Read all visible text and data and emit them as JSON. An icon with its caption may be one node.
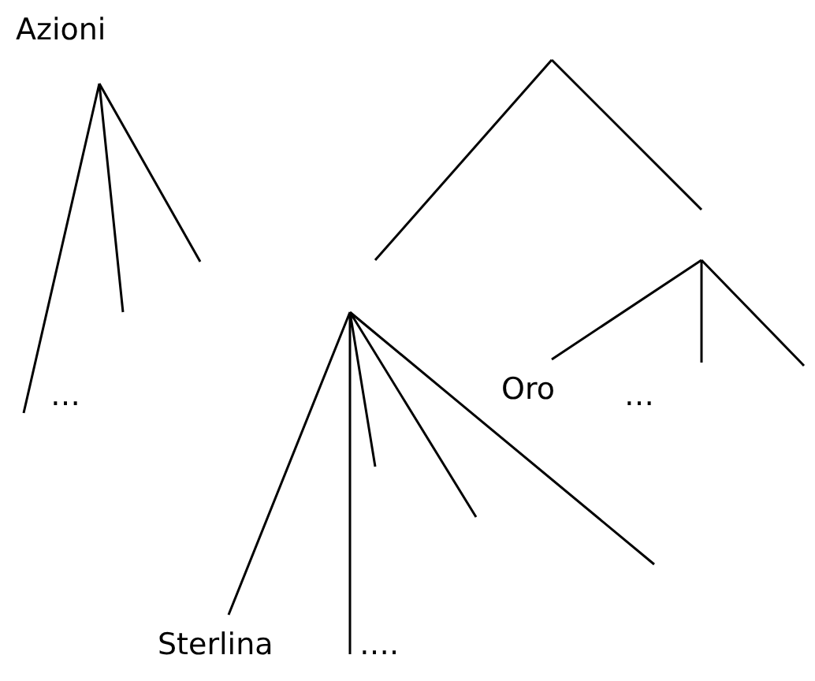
{
  "diagram": {
    "labels": [
      "Azioni",
      "…",
      "Oro",
      "…",
      "Sterlina",
      "…."
    ]
  }
}
